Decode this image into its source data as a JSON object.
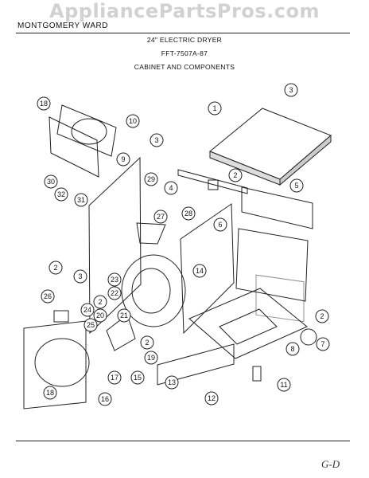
{
  "watermark": "AppliancePartsPros.com",
  "header": {
    "brand": "MONTGOMERY WARD",
    "title": "24\" ELECTRIC DRYER",
    "model": "FFT-7507A-87",
    "section": "CABINET AND COMPONENTS"
  },
  "signature": "G-D",
  "callouts": [
    "1",
    "2",
    "3",
    "4",
    "5",
    "6",
    "7",
    "8",
    "9",
    "10",
    "11",
    "12",
    "13",
    "14",
    "15",
    "16",
    "17",
    "18",
    "19",
    "20",
    "21",
    "22",
    "23",
    "24",
    "25",
    "26",
    "27",
    "28",
    "29",
    "30",
    "31",
    "32"
  ]
}
